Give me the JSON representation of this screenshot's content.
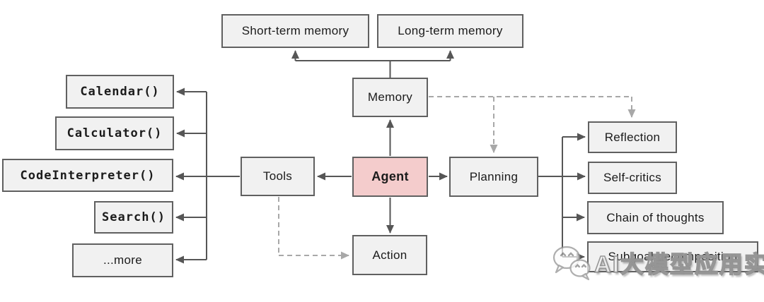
{
  "nodes": {
    "short_term_memory": {
      "label": "Short-term memory"
    },
    "long_term_memory": {
      "label": "Long-term memory"
    },
    "memory": {
      "label": "Memory"
    },
    "tools": {
      "label": "Tools"
    },
    "agent": {
      "label": "Agent"
    },
    "planning": {
      "label": "Planning"
    },
    "action": {
      "label": "Action"
    },
    "calendar": {
      "label": "Calendar()"
    },
    "calculator": {
      "label": "Calculator()"
    },
    "code_interpreter": {
      "label": "CodeInterpreter()"
    },
    "search": {
      "label": "Search()"
    },
    "more": {
      "label": "...more"
    },
    "reflection": {
      "label": "Reflection"
    },
    "self_critics": {
      "label": "Self-critics"
    },
    "chain_of_thoughts": {
      "label": "Chain of thoughts"
    },
    "subgoal_decomposition": {
      "label": "Subgoal decomposition"
    }
  },
  "edges": [
    {
      "from": "memory",
      "to": "short_term_memory",
      "style": "solid-arrow"
    },
    {
      "from": "memory",
      "to": "long_term_memory",
      "style": "solid-arrow"
    },
    {
      "from": "agent",
      "to": "memory",
      "style": "solid-arrow"
    },
    {
      "from": "agent",
      "to": "tools",
      "style": "solid-arrow"
    },
    {
      "from": "agent",
      "to": "planning",
      "style": "solid-arrow"
    },
    {
      "from": "agent",
      "to": "action",
      "style": "solid-arrow"
    },
    {
      "from": "tools",
      "to": "calendar",
      "style": "solid-arrow"
    },
    {
      "from": "tools",
      "to": "calculator",
      "style": "solid-arrow"
    },
    {
      "from": "tools",
      "to": "code_interpreter",
      "style": "solid-arrow"
    },
    {
      "from": "tools",
      "to": "search",
      "style": "solid-arrow"
    },
    {
      "from": "tools",
      "to": "more",
      "style": "solid-arrow"
    },
    {
      "from": "planning",
      "to": "reflection",
      "style": "solid-arrow"
    },
    {
      "from": "planning",
      "to": "self_critics",
      "style": "solid-arrow"
    },
    {
      "from": "planning",
      "to": "chain_of_thoughts",
      "style": "solid-arrow"
    },
    {
      "from": "planning",
      "to": "subgoal_decomposition",
      "style": "solid-arrow"
    },
    {
      "from": "memory",
      "to": "planning",
      "style": "dashed-arrow"
    },
    {
      "from": "memory",
      "to": "reflection",
      "style": "dashed-arrow"
    },
    {
      "from": "tools",
      "to": "action",
      "style": "dashed-arrow"
    }
  ],
  "colors": {
    "node_fill": "#f1f1f1",
    "agent_fill": "#f4cccc",
    "border": "#606060",
    "solid_line": "#565656",
    "dashed_line": "#a8a8a8"
  },
  "watermark": {
    "text": "AI大模型应用实践",
    "icon": "wechat-icon"
  }
}
